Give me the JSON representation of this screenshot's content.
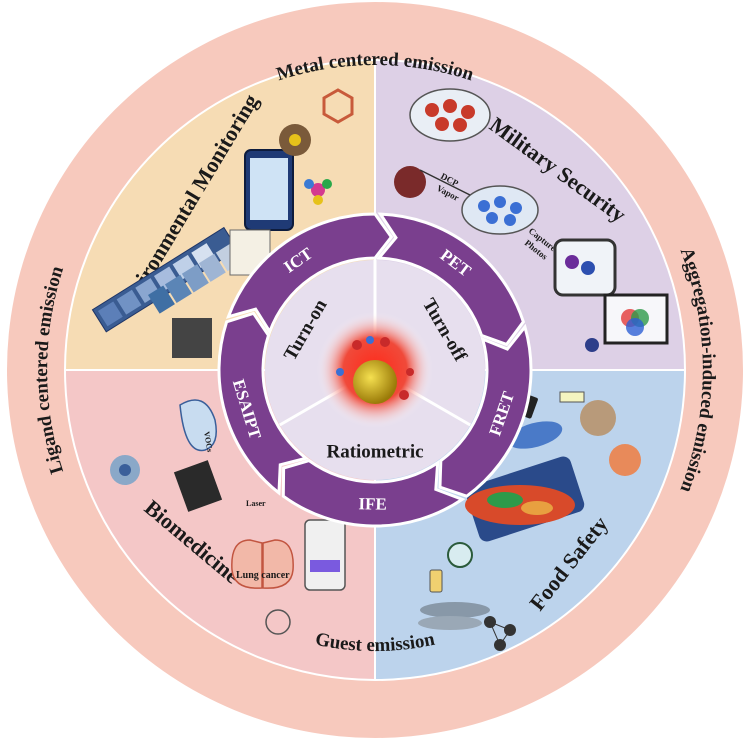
{
  "outer_ring": {
    "top": "Metal centered emission",
    "right": "Aggregation-induced emission",
    "bottom": "Guest emission",
    "left": "Ligand centered emission",
    "color": "#f7c9bd"
  },
  "quadrants": {
    "environmental": {
      "label": "Environmental Monitoring",
      "color": "#f6dcb4"
    },
    "military": {
      "label": "Military Security",
      "color": "#ddd0e6",
      "small_labels": [
        "DCP",
        "Vapor",
        "Capture",
        "Photos"
      ]
    },
    "biomedicine": {
      "label": "Biomedicine",
      "color": "#f4c7c7",
      "small_labels": [
        "Lung cancer",
        "Laser",
        "VOCs"
      ]
    },
    "food": {
      "label": "Food Safety",
      "color": "#bcd3ec"
    }
  },
  "mechanisms": {
    "ring_color": "#7a3f8e",
    "segments": [
      {
        "label": "ICT"
      },
      {
        "label": "PET"
      },
      {
        "label": "FRET"
      },
      {
        "label": "IFE"
      },
      {
        "label": "ESAIPT"
      }
    ]
  },
  "modes": {
    "color": "#e7dfee",
    "items": [
      {
        "label": "Turn-on"
      },
      {
        "label": "Turn-off"
      },
      {
        "label": "Ratiometric"
      }
    ]
  },
  "center": {
    "glow_color": "#e8231b",
    "core_color": "#e6c21a"
  }
}
